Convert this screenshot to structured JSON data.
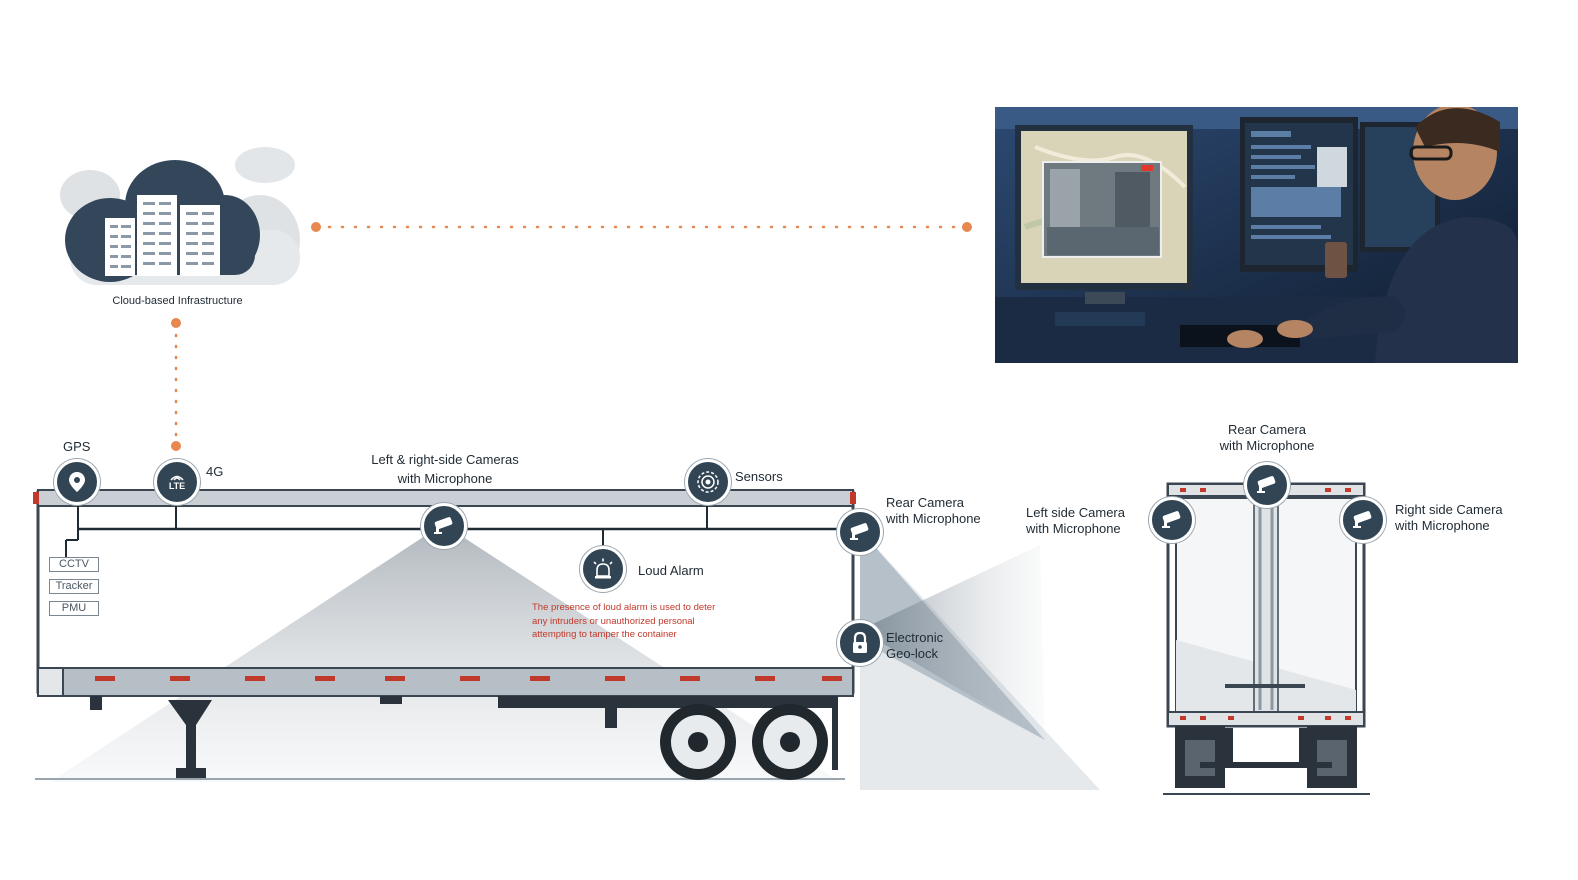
{
  "cloud": {
    "label": "Cloud-based Infrastructure"
  },
  "trailer_side": {
    "gps_label": "GPS",
    "lte_badge_text": "LTE",
    "lte_label": "4G",
    "side_cameras_label": "Left & right-side Cameras\nwith Microphone",
    "sensors_label": "Sensors",
    "rear_camera_label": "Rear Camera\nwith Microphone",
    "loud_alarm_label": "Loud Alarm",
    "loud_alarm_note": "The presence of loud alarm is used to deter any intruders or unauthorized personal attempting to tamper the container",
    "geolock_label": "Electronic\nGeo-lock",
    "modules": [
      "CCTV",
      "Tracker",
      "PMU"
    ]
  },
  "trailer_rear": {
    "rear_camera_label": "Rear Camera\nwith Microphone",
    "left_camera_label": "Left side Camera\nwith Microphone",
    "right_camera_label": "Right side Camera\nwith Microphone"
  },
  "icons": [
    "cloud-datacenter-icon",
    "map-pin-icon",
    "lte-icon",
    "cctv-camera-icon",
    "siren-icon",
    "sensor-icon",
    "padlock-icon"
  ],
  "colors": {
    "badge": "#324554",
    "connector": "#e8874f",
    "note": "#c0392b",
    "trailer_stripe": "#c0392b"
  }
}
